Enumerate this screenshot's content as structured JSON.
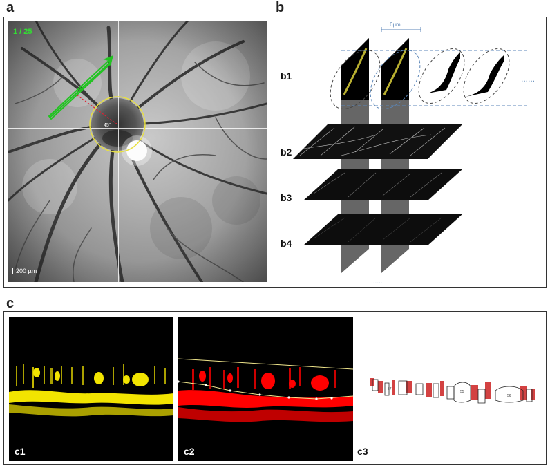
{
  "panels": {
    "a": {
      "label": "a",
      "counter": "1 / 25",
      "scale_bar": "200 µm",
      "angle": "45°",
      "colors": {
        "arrow": "#22c322",
        "disc_circle": "#e8e040",
        "crosshair": "#ffffff",
        "counter": "#33dd33"
      }
    },
    "b": {
      "label": "b",
      "width_annotation": "6µm",
      "rows": [
        "b1",
        "b2",
        "b3",
        "b4"
      ],
      "ellipsis": "......",
      "colors": {
        "annotation": "#5b86b8",
        "layer": "#000000",
        "slice": "#444444"
      }
    },
    "c": {
      "label": "c",
      "subpanels": [
        "c1",
        "c2",
        "c3"
      ],
      "c3_region_labels": [
        "57",
        "55",
        "56"
      ],
      "colors": {
        "c1_signal": "#f2e400",
        "c2_signal": "#ff0000",
        "c2_boundary": "#f0e68c"
      }
    }
  }
}
